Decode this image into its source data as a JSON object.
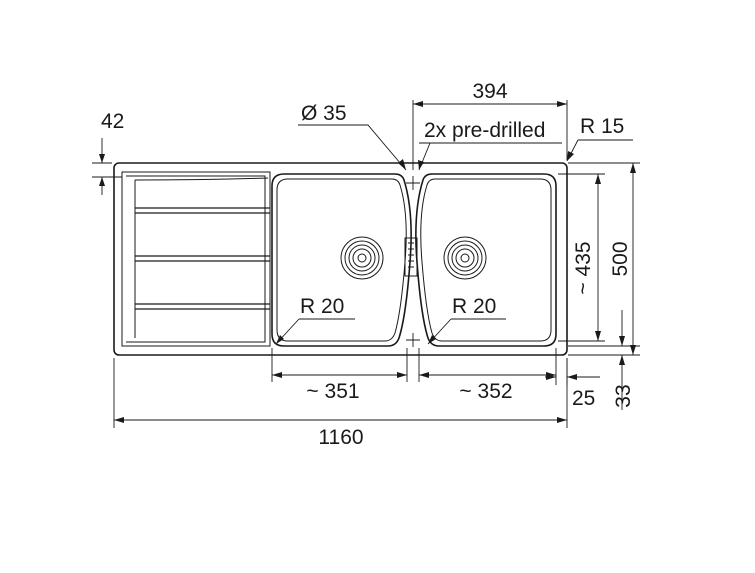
{
  "dimensions": {
    "overall_width": "1160",
    "overall_depth": "500",
    "bowl_depth": "~ 435",
    "bowl_center_spacing": "394",
    "left_bowl_width": "~ 351",
    "right_bowl_width": "~ 352",
    "rim_offset": "42",
    "bottom_offset": "33",
    "right_offset": "25",
    "hole_diameter": "Ø 35",
    "corner_radius_outer": "R 15",
    "corner_radius_left_bowl": "R 20",
    "corner_radius_right_bowl": "R 20"
  },
  "notes": {
    "pre_drilled": "2x pre-drilled"
  }
}
